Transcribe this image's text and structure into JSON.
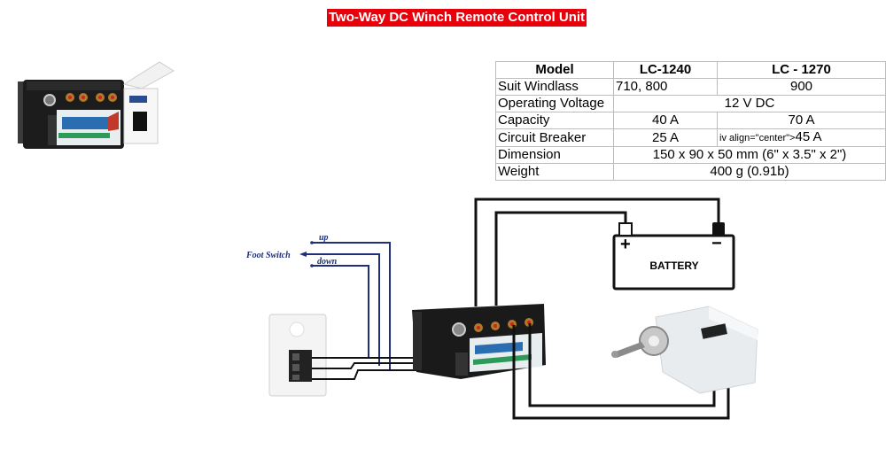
{
  "title": "Two-Way DC Winch Remote Control Unit",
  "specs": {
    "header": {
      "label": "Model",
      "lc1240": "LC-1240",
      "lc1270": "LC - 1270"
    },
    "rows": [
      {
        "label": "Suit Windlass",
        "lc1240": "710, 800",
        "lc1270": "900"
      },
      {
        "label": "Operating Voltage",
        "shared": "12 V DC"
      },
      {
        "label": "Capacity",
        "lc1240": "40 A",
        "lc1270": "70 A"
      },
      {
        "label": "Circuit Breaker",
        "lc1240": "25 A",
        "lc1270_prefix": "iv align=\"center\">",
        "lc1270": "45 A"
      },
      {
        "label": "Dimension",
        "shared": "150 x 90 x 50 mm (6\" x 3.5\" x 2\")"
      },
      {
        "label": "Weight",
        "shared": "400 g (0.91b)"
      }
    ]
  },
  "diagram": {
    "foot_switch_label": "Foot Switch",
    "up_label": "up",
    "down_label": "down",
    "battery_label": "BATTERY",
    "battery_plus": "+",
    "battery_minus": "−",
    "wire_color_control": "#1f2f7a",
    "wire_color_power": "#111111"
  }
}
